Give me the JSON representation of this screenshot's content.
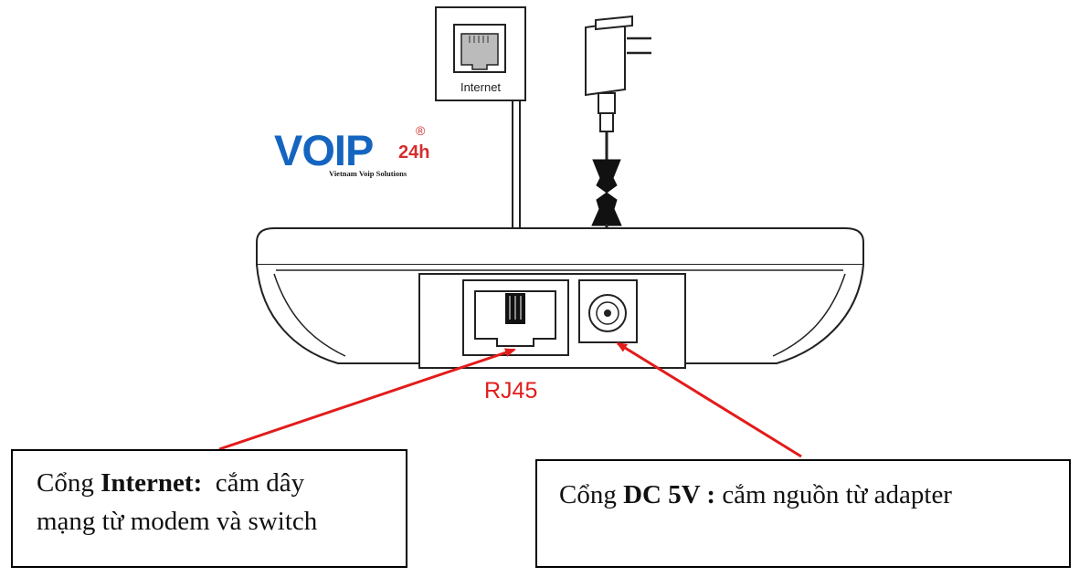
{
  "logo": {
    "brand": "VOIP",
    "suffix": "24h",
    "registered": "®",
    "tagline": "Vietnam Voip Solutions",
    "colors": {
      "blue": "#1565c0",
      "red": "#d32f2f"
    }
  },
  "wall_socket": {
    "label": "Internet"
  },
  "port_label": "RJ45",
  "callouts": {
    "internet": {
      "prefix": "Cổng ",
      "bold": "Internet:",
      "line1_rest": "  cắm dây",
      "line2": "mạng từ modem và switch"
    },
    "dc": {
      "prefix": "Cổng ",
      "bold1": "DC",
      "bold2": "5V :",
      "rest": " cắm nguồn từ adapter"
    }
  },
  "colors": {
    "arrow": "#e31b1b",
    "line": "#222222"
  },
  "icons": [
    "rj45-socket-icon",
    "power-adapter-icon",
    "network-cable-icon",
    "dc-jack-icon"
  ]
}
